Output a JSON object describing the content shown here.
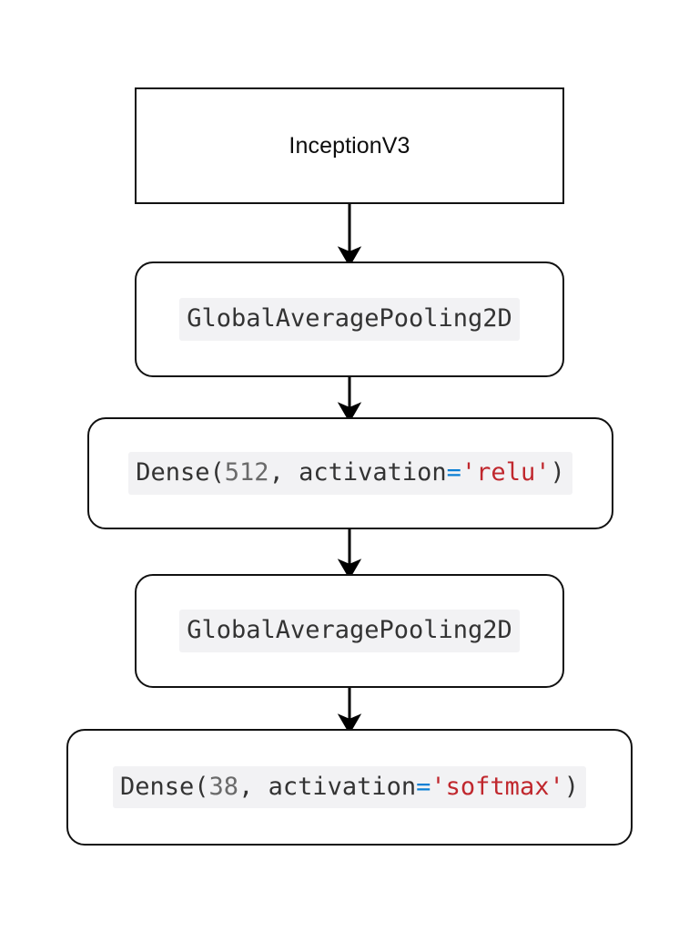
{
  "diagram": {
    "type": "flowchart",
    "orientation": "top-to-bottom",
    "title": "",
    "background_color": "#ffffff",
    "node_border_color": "#111111",
    "arrow_color": "#000000",
    "code_highlight_bg": "#f2f2f4",
    "syntax_colors": {
      "identifier": "#333333",
      "number": "#6a6a6a",
      "operator": "#0b7fd4",
      "string": "#c0272d"
    },
    "nodes": [
      {
        "id": "inceptionv3",
        "label": "InceptionV3",
        "style": "sharp-rectangle",
        "text_style": "plain"
      },
      {
        "id": "gap-1",
        "label": "GlobalAveragePooling2D",
        "style": "rounded-rectangle",
        "text_style": "code"
      },
      {
        "id": "dense-512",
        "label": "Dense(512, activation='relu')",
        "style": "rounded-rectangle",
        "text_style": "code",
        "tokens": {
          "name": "Dense",
          "open_paren": "(",
          "units": "512",
          "comma": ", ",
          "arg_name": "activation",
          "equals": "=",
          "value": "'relu'",
          "close_paren": ")"
        }
      },
      {
        "id": "gap-2",
        "label": "GlobalAveragePooling2D",
        "style": "rounded-rectangle",
        "text_style": "code"
      },
      {
        "id": "dense-38",
        "label": "Dense(38, activation='softmax')",
        "style": "rounded-rectangle",
        "text_style": "code",
        "tokens": {
          "name": "Dense",
          "open_paren": "(",
          "units": "38",
          "comma": ", ",
          "arg_name": "activation",
          "equals": "=",
          "value": "'softmax'",
          "close_paren": ")"
        }
      }
    ],
    "edges": [
      {
        "from": "inceptionv3",
        "to": "gap-1",
        "label": ""
      },
      {
        "from": "gap-1",
        "to": "dense-512",
        "label": ""
      },
      {
        "from": "dense-512",
        "to": "gap-2",
        "label": ""
      },
      {
        "from": "gap-2",
        "to": "dense-38",
        "label": ""
      }
    ]
  }
}
